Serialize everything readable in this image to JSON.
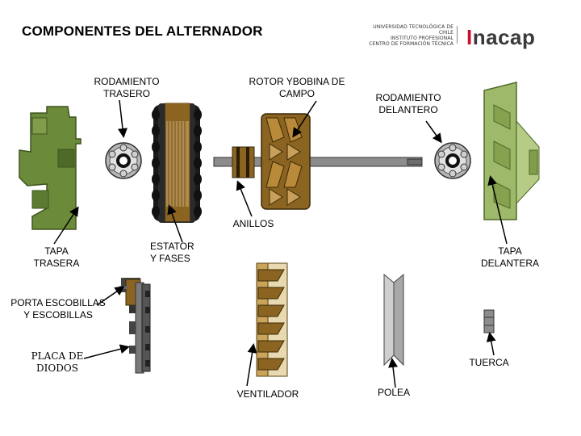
{
  "title": "COMPONENTES DEL ALTERNADOR",
  "institution": {
    "lines": [
      "UNIVERSIDAD TECNOLÓGICA DE CHILE",
      "INSTITUTO PROFESIONAL",
      "CENTRO DE FORMACIÓN TÉCNICA"
    ],
    "logo_text": "nacap",
    "logo_mark": "I",
    "logo_color": "#c8102e"
  },
  "labels": {
    "rodamiento_trasero": "RODAMIENTO\nTRASERO",
    "rotor_bobina": "ROTOR YBOBINA DE\nCAMPO",
    "rodamiento_delantero": "RODAMIENTO\nDELANTERO",
    "anillos": "ANILLOS",
    "tapa_trasera": "TAPA\nTRASERA",
    "estator": "ESTATOR\nY FASES",
    "tapa_delantera": "TAPA\nDELANTERA",
    "porta_escobillas": "PORTA ESCOBILLAS\nY ESCOBILLAS",
    "placa_diodos": "PLACA DE\nDIODOS",
    "tuerca": "TUERCA",
    "ventilador": "VENTILADOR",
    "polea": "POLEA"
  },
  "colors": {
    "housing_green": "#6b8a3a",
    "front_cover_green": "#9fb96a",
    "rotor_bronze": "#8a6420",
    "steel_gray": "#8c8c8c"
  }
}
